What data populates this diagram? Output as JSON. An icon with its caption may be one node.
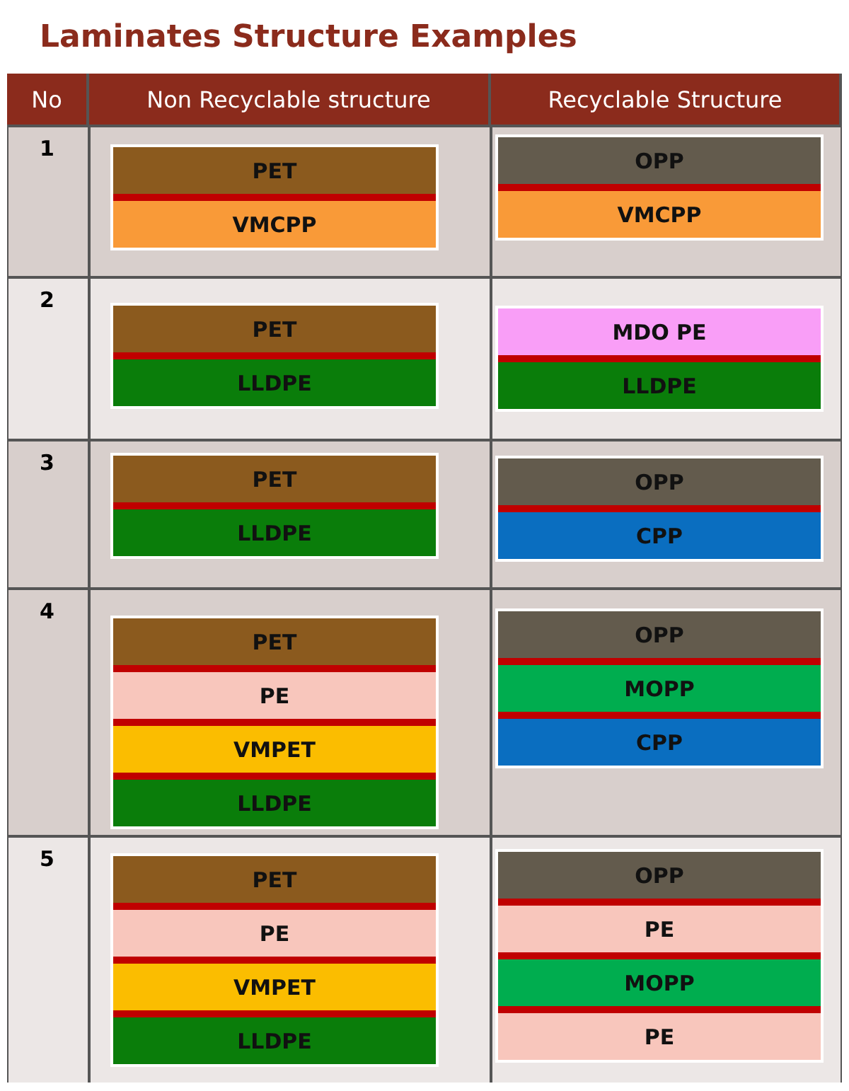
{
  "diagram": {
    "title": "Laminates Structure Examples",
    "labels": [
      "No",
      "Non Recyclable structure",
      "Recyclable Structure",
      "1",
      "PET",
      "VMCPP",
      "OPP",
      "VMCPP",
      "2",
      "PET",
      "LLDPE",
      "MDO PE",
      "LLDPE",
      "3",
      "PET",
      "LLDPE",
      "OPP",
      "CPP",
      "4",
      "PET",
      "PE",
      "VMPET",
      "LLDPE",
      "OPP",
      "MOPP",
      "CPP",
      "5",
      "PET",
      "PE",
      "VMPET",
      "LLDPE",
      "OPP",
      "PE",
      "MOPP",
      "PE"
    ]
  }
}
